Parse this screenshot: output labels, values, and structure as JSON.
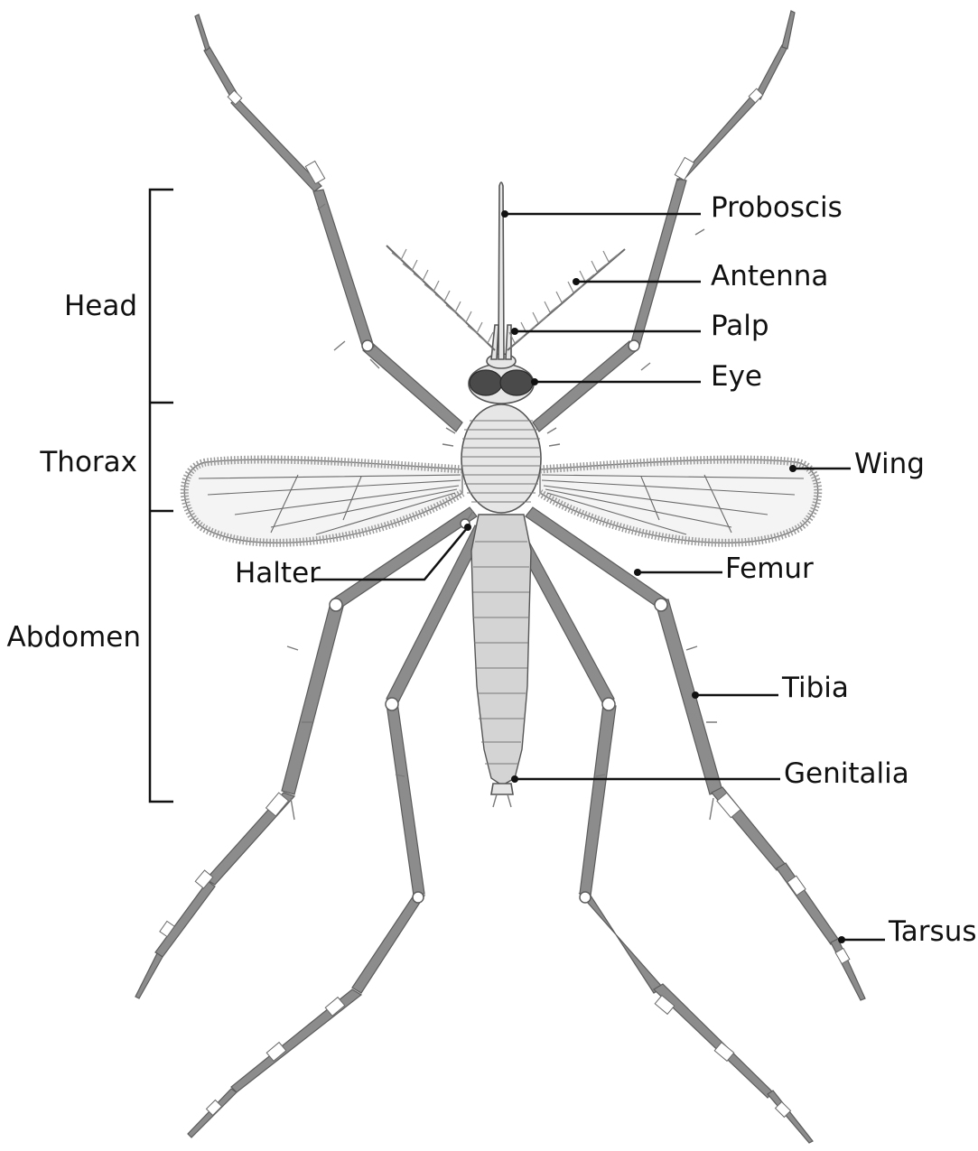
{
  "diagram": {
    "region_labels": {
      "head": "Head",
      "thorax": "Thorax",
      "abdomen": "Abdomen"
    },
    "part_labels": {
      "proboscis": "Proboscis",
      "antenna": "Antenna",
      "palp": "Palp",
      "eye": "Eye",
      "wing": "Wing",
      "halter": "Halter",
      "femur": "Femur",
      "tibia": "Tibia",
      "genitalia": "Genitalia",
      "tarsus": "Tarsus"
    },
    "colors": {
      "leg": "#8c8c8c",
      "outline": "#555555",
      "label": "#111111",
      "background": "#ffffff"
    }
  }
}
